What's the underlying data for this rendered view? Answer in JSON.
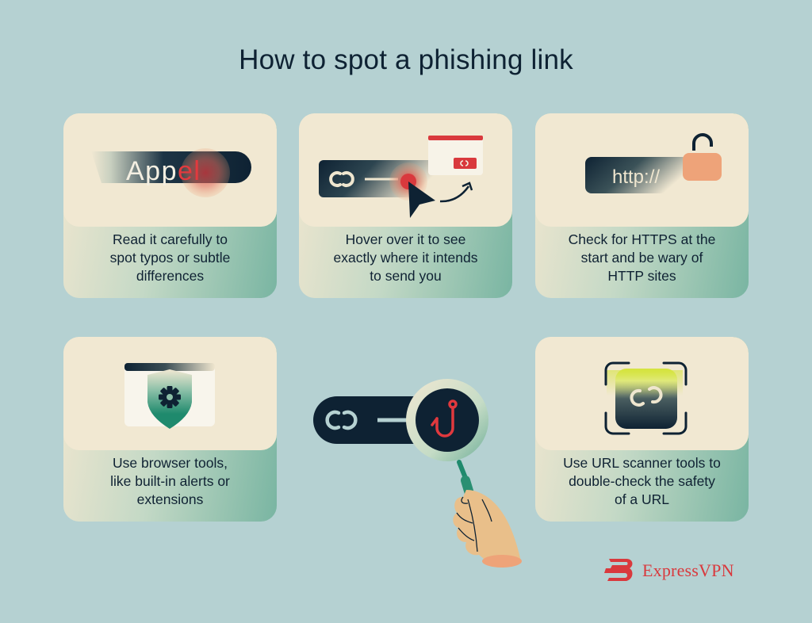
{
  "title": "How to spot a phishing link",
  "colors": {
    "background": "#b5d1d2",
    "card_top": "#f1e8d2",
    "navy": "#0e2233",
    "red": "#d9393d",
    "peach": "#eea379",
    "green": "#1f8a6d",
    "lime": "#d7e73b",
    "skin": "#e9bf8a"
  },
  "cards": [
    {
      "id": "read-carefully",
      "illustration_text": "Appel",
      "illustration_highlight": "el",
      "illustration_plain": "App",
      "caption_lines": [
        "Read it carefully to",
        "spot typos or subtle",
        "differences"
      ]
    },
    {
      "id": "hover-over",
      "illustration": "link-bar-with-cursor-and-popup",
      "caption_lines": [
        "Hover over it to see",
        "exactly where it intends",
        "to send you"
      ]
    },
    {
      "id": "check-https",
      "illustration_text": "http://",
      "illustration": "unlocked-padlock",
      "caption_lines": [
        "Check for HTTPS at the",
        "start and be wary of",
        "HTTP sites"
      ]
    },
    {
      "id": "browser-tools",
      "illustration": "browser-window-shield-gear",
      "caption_lines": [
        "Use browser tools,",
        "like built-in alerts or",
        "extensions"
      ]
    },
    {
      "id": "url-scanner",
      "illustration": "scanner-frame-link",
      "caption_lines": [
        "Use URL scanner tools to",
        "double-check the safety",
        "of a URL"
      ]
    }
  ],
  "center_illustration": "link-bar-magnifier-fishhook-hand",
  "brand": {
    "name": "ExpressVPN",
    "logo": "expressvpn-logo-icon"
  }
}
